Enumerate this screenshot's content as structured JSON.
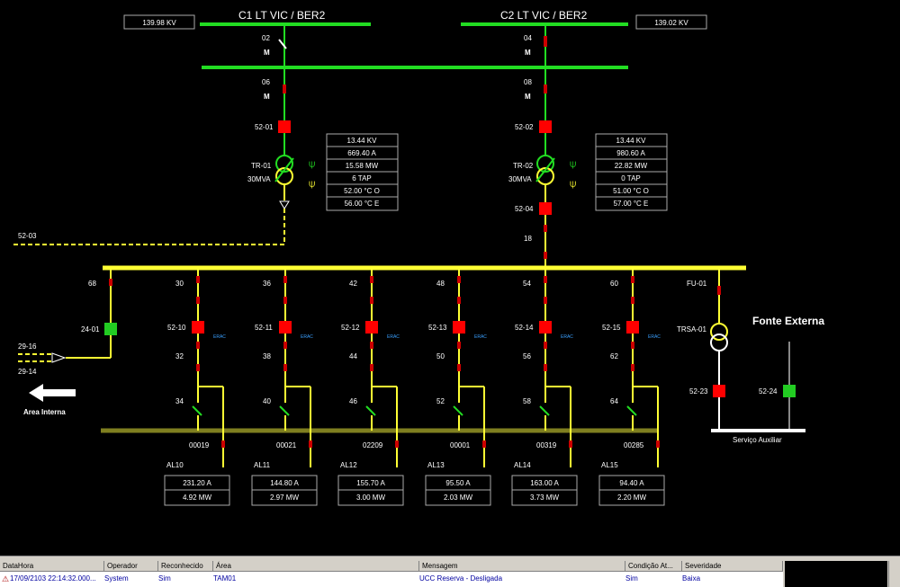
{
  "lines": {
    "c1": {
      "title": "C1 LT VIC / BER2",
      "kv": "139.98 KV"
    },
    "c2": {
      "title": "C2 LT VIC / BER2",
      "kv": "139.02 KV"
    }
  },
  "switches": {
    "s02": "02",
    "s04": "04",
    "s06": "06",
    "s08": "08",
    "m": "M",
    "b5201": "52-01",
    "b5202": "52-02",
    "b5204": "52-04",
    "b5203": "52-03",
    "n18": "18",
    "n68": "68",
    "b2401": "24-01",
    "n2916": "29-16",
    "n2914": "29-14",
    "fu01": "FU-01",
    "trsa": "TRSA-01",
    "b5223": "52-23",
    "b5224": "52-24"
  },
  "transformers": {
    "tr01": {
      "name": "TR-01",
      "rating": "30MVA",
      "readings": [
        "13.44 KV",
        "669.40 A",
        "15.58 MW",
        "6 TAP",
        "52.00 °C O",
        "56.00 °C E"
      ]
    },
    "tr02": {
      "name": "TR-02",
      "rating": "30MVA",
      "readings": [
        "13.44 KV",
        "980.60 A",
        "22.82 MW",
        "0 TAP",
        "51.00 °C O",
        "57.00 °C E"
      ]
    }
  },
  "area_interna": "Area Interna",
  "fonte_externa": "Fonte Externa",
  "servico_auxiliar": "Serviço Auxiliar",
  "erac": "ERAC",
  "feeders": [
    {
      "top": "30",
      "breaker": "52-10",
      "mid": "32",
      "sw": "34",
      "code": "00019",
      "name": "AL10",
      "amps": "231.20 A",
      "mw": "4.92 MW"
    },
    {
      "top": "36",
      "breaker": "52-11",
      "mid": "38",
      "sw": "40",
      "code": "00021",
      "name": "AL11",
      "amps": "144.80 A",
      "mw": "2.97 MW"
    },
    {
      "top": "42",
      "breaker": "52-12",
      "mid": "44",
      "sw": "46",
      "code": "02209",
      "name": "AL12",
      "amps": "155.70 A",
      "mw": "3.00 MW"
    },
    {
      "top": "48",
      "breaker": "52-13",
      "mid": "50",
      "sw": "52",
      "code": "00001",
      "name": "AL13",
      "amps": "95.50 A",
      "mw": "2.03 MW"
    },
    {
      "top": "54",
      "breaker": "52-14",
      "mid": "56",
      "sw": "58",
      "code": "00319",
      "name": "AL14",
      "amps": "163.00 A",
      "mw": "3.73 MW"
    },
    {
      "top": "60",
      "breaker": "52-15",
      "mid": "62",
      "sw": "64",
      "code": "00285",
      "name": "AL15",
      "amps": "94.40 A",
      "mw": "2.20 MW"
    }
  ],
  "alarm": {
    "columns": [
      "DataHora",
      "Operador",
      "Reconhecido",
      "Área",
      "Mensagem",
      "Condição At...",
      "Severidade"
    ],
    "row": [
      "17/09/2103 22:14:32.000...",
      "System",
      "Sim",
      "TAM01",
      "UCC Reserva - Desligada",
      "Sim",
      "Baixa"
    ]
  },
  "colors": {
    "energized": "#22dd22",
    "bus": "#ffff33",
    "breaker_closed": "#ff0000",
    "breaker_open": "#22cc22",
    "ground_bus": "#7f7f20"
  }
}
